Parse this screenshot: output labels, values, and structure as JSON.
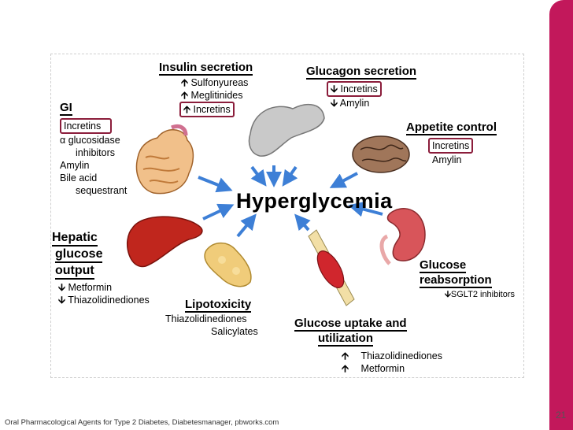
{
  "center_label": "Hyperglycemia",
  "insulin": {
    "title": "Insulin secretion",
    "items": [
      {
        "arrow": "🡩",
        "text": "Sulfonyureas"
      },
      {
        "arrow": "🡩",
        "text": "Meglitinides"
      },
      {
        "arrow": "🡩",
        "text": "Incretins"
      }
    ]
  },
  "glucagon": {
    "title": "Glucagon secretion",
    "items": [
      {
        "arrow": "🡫",
        "text": "Incretins"
      },
      {
        "arrow": "🡫",
        "text": "Amylin"
      }
    ]
  },
  "gi": {
    "title": "GI",
    "items": [
      "Incretins",
      "α glucosidase",
      "inhibitors",
      "Amylin",
      "Bile acid",
      "sequestrant"
    ]
  },
  "appetite": {
    "title": "Appetite control",
    "items": [
      "Incretins",
      "Amylin"
    ]
  },
  "hepatic": {
    "title_lines": [
      "Hepatic",
      "glucose",
      "output"
    ],
    "items": [
      {
        "arrow": "🡫",
        "text": "Metformin"
      },
      {
        "arrow": "🡫",
        "text": "Thiazolidinediones"
      }
    ]
  },
  "lipotoxicity": {
    "title": "Lipotoxicity",
    "items": [
      "Thiazolidinediones",
      "Salicylates"
    ]
  },
  "uptake": {
    "title_lines": [
      "Glucose uptake and",
      "utilization"
    ],
    "items": [
      {
        "arrow": "🡩",
        "text": "Thiazolidinediones"
      },
      {
        "arrow": "🡩",
        "text": "Metformin"
      }
    ]
  },
  "reabsorption": {
    "title_lines": [
      "Glucose",
      "reabsorption"
    ],
    "item": {
      "arrow": "🡫",
      "text": "SGLT2 inhibitors"
    }
  },
  "footer": "Oral Pharmacological Agents for Type 2 Diabetes, Diabetesmanager, pbworks.com",
  "page_number": "21",
  "colors": {
    "accent": "#c2185b",
    "box_border": "#8b1d3b",
    "arrow_blue": "#3d7fd6",
    "liver": "#c0261d"
  }
}
